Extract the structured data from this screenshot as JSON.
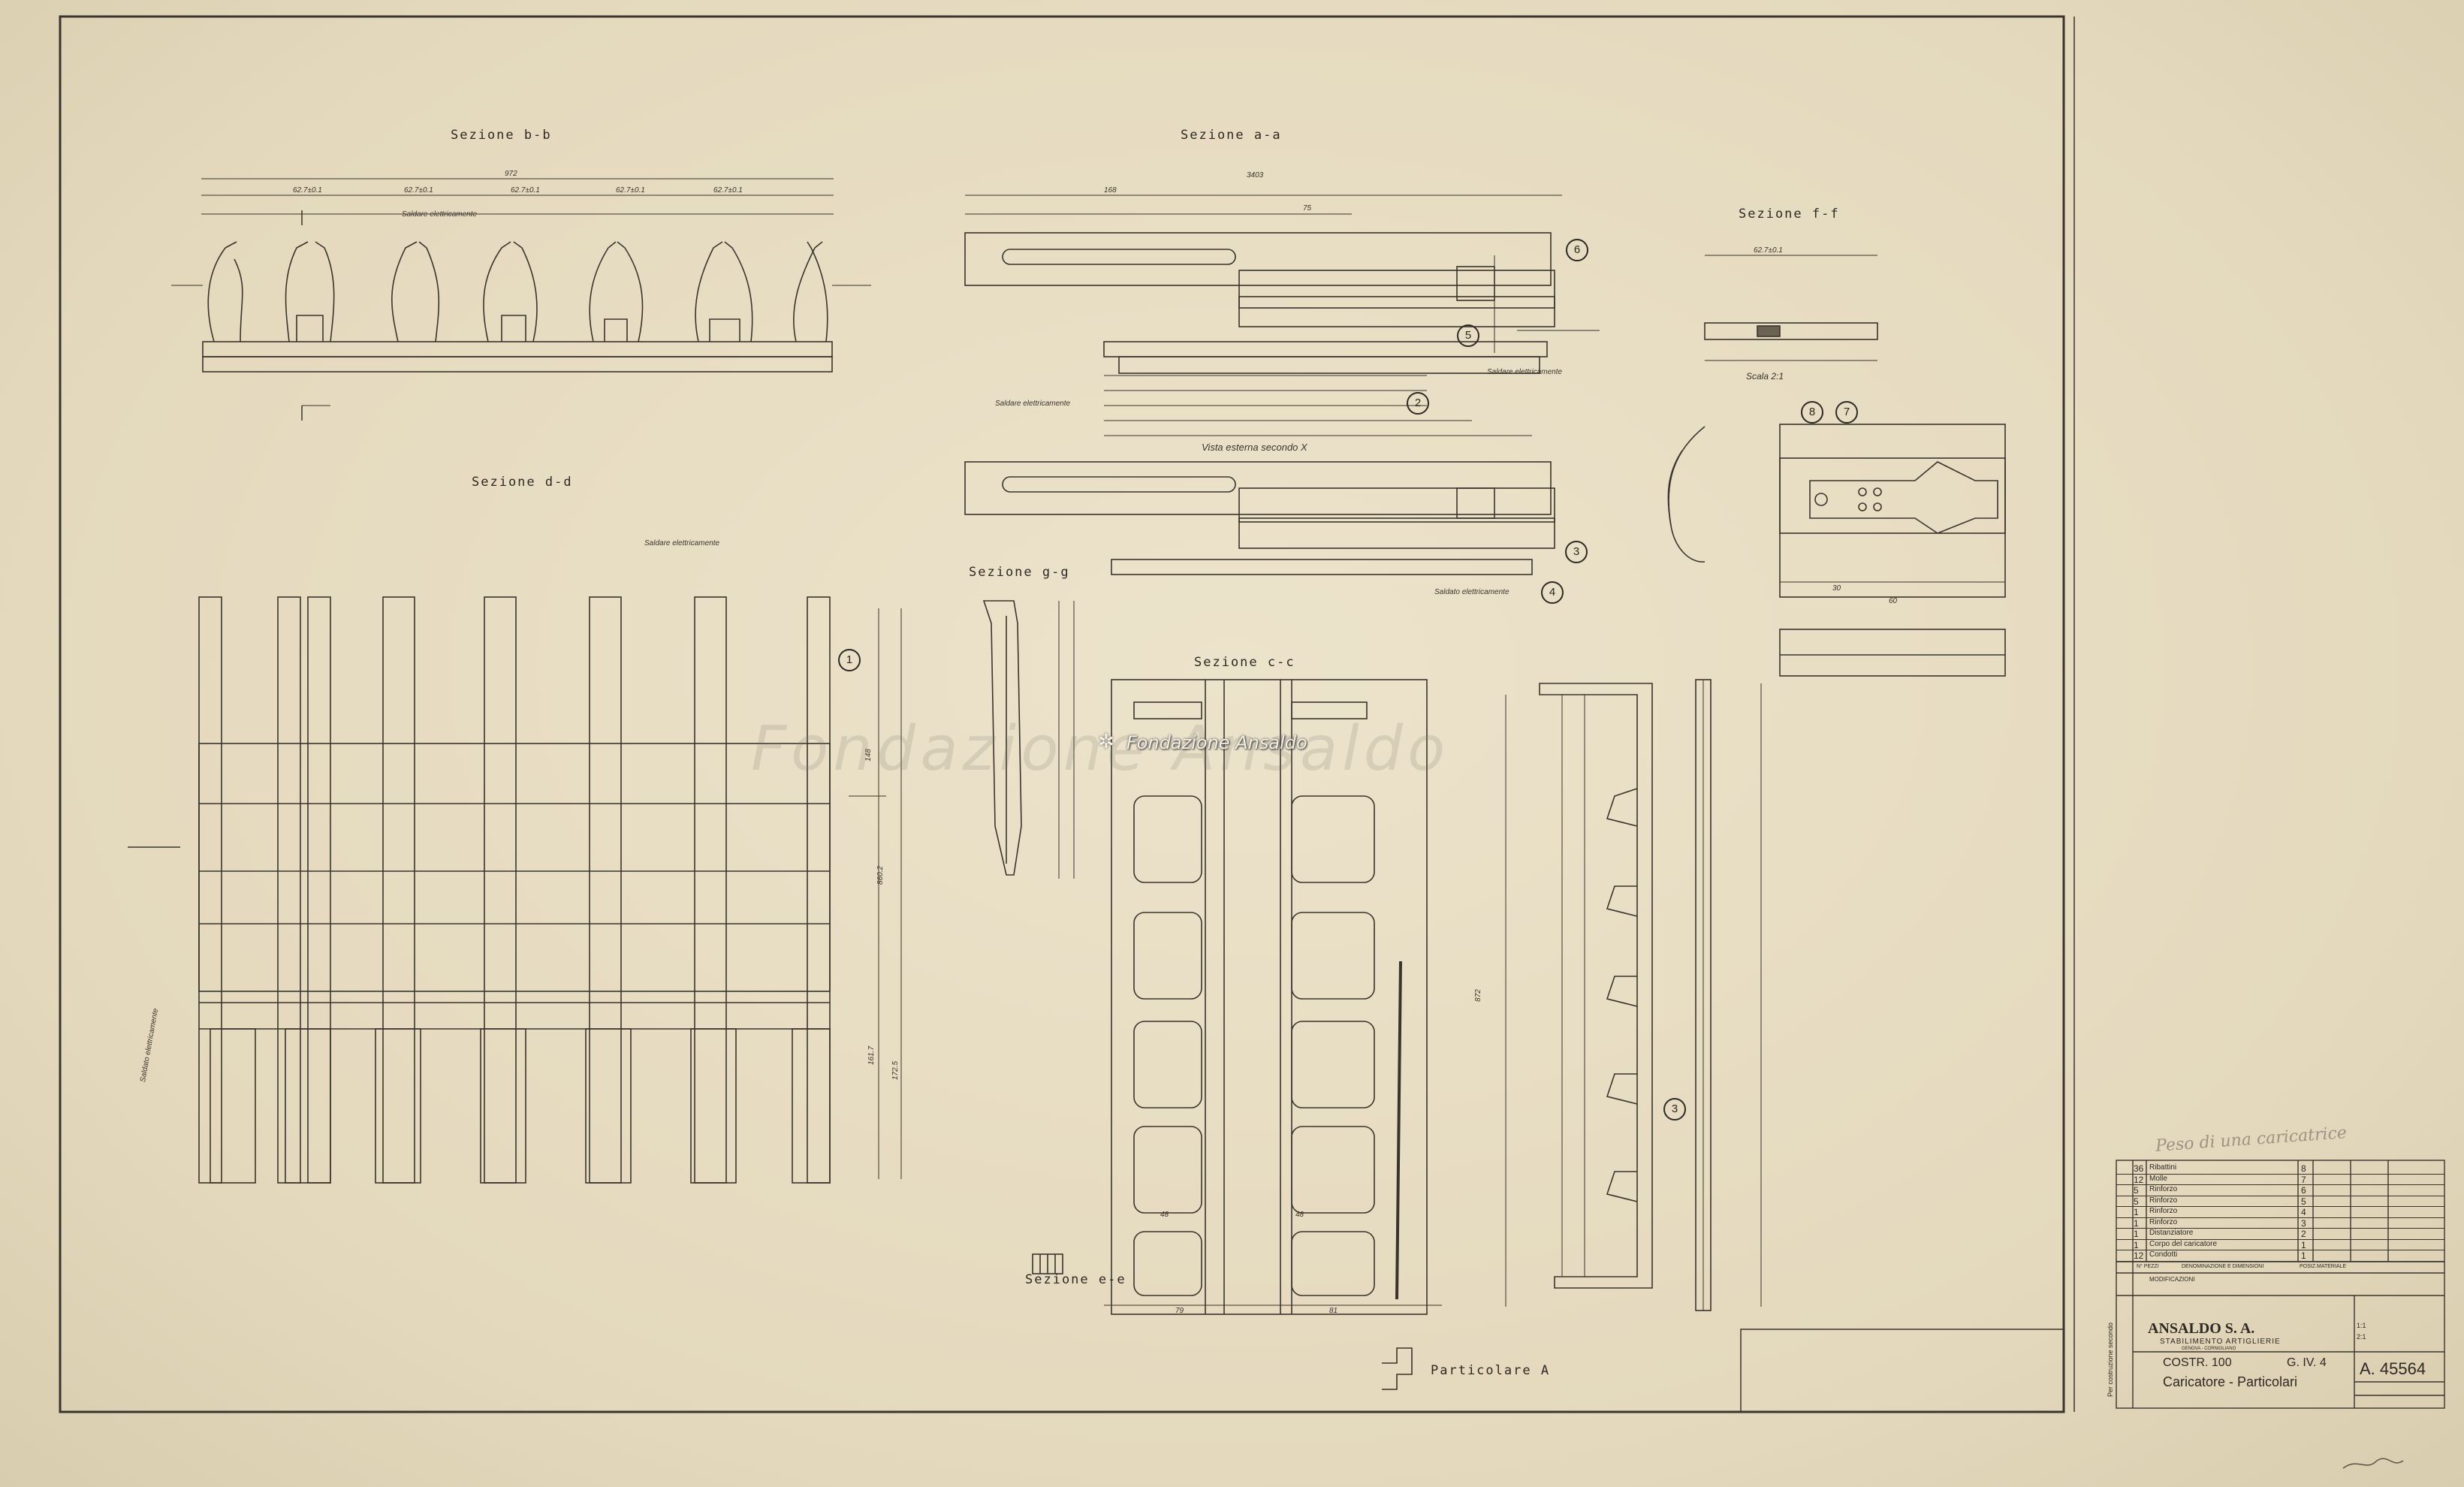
{
  "sections": {
    "bb": "Sezione b-b",
    "aa": "Sezione a-a",
    "ff": "Sezione f-f",
    "dd": "Sezione d-d",
    "gg": "Sezione g-g",
    "cc": "Sezione c-c",
    "ee": "Sezione e-e",
    "vista_x": "Vista esterna secondo X",
    "particolare": "Particolare A",
    "scala": "Scala 2:1"
  },
  "notes": {
    "saldare": "Saldare elettricamente",
    "saldato": "Saldato elettricamente"
  },
  "callouts": [
    "1",
    "2",
    "3",
    "4",
    "5",
    "6",
    "7",
    "8"
  ],
  "dimensions": {
    "total_bb": "972",
    "pitch": "62.7±0.1",
    "total_aa": "3403",
    "dim_168": "168",
    "dim_75": "75",
    "dim_872": "872",
    "dim_1725": "172.5",
    "dim_1617": "161.7",
    "dim_860": "860.2",
    "dim_148": "148",
    "dim_48": "48",
    "dim_81": "81",
    "dim_79": "79",
    "dim_60": "60",
    "dim_30": "30"
  },
  "watermark": "Fondazione Ansaldo",
  "parts_list": {
    "rows": [
      {
        "qty": "36",
        "name": "Ribattini",
        "pos": "8"
      },
      {
        "qty": "12",
        "name": "Molle",
        "pos": "7"
      },
      {
        "qty": "5",
        "name": "Rinforzo",
        "pos": "6"
      },
      {
        "qty": "5",
        "name": "Rinforzo",
        "pos": "5"
      },
      {
        "qty": "1",
        "name": "Rinforzo",
        "pos": "4"
      },
      {
        "qty": "1",
        "name": "Rinforzo",
        "pos": "3"
      },
      {
        "qty": "1",
        "name": "Distanziatore",
        "pos": "2"
      },
      {
        "qty": "1",
        "name": "Corpo del caricatore",
        "pos": "1"
      },
      {
        "qty": "12",
        "name": "Condotti",
        "pos": "1"
      }
    ],
    "header_qty": "N° PEZZI",
    "header_desc": "DENOMINAZIONE E DIMENSIONI",
    "header_pos": "POSIZ.",
    "header_mat": "MATERIALE"
  },
  "title_block": {
    "company": "ANSALDO S. A.",
    "division": "STABILIMENTO ARTIGLIERIE",
    "location": "GENOVA - CORNIGLIANO",
    "costr": "COSTR. 100",
    "group": "G. IV. 4",
    "title": "Caricatore - Particolari",
    "number": "A. 45564",
    "scale": "1:1",
    "scale2": "2:1",
    "modifications": "MODIFICAZIONI",
    "side_text": "Per costruzione secondo"
  },
  "handwritten": {
    "weight_note": "Peso di una caricatrice",
    "signature": "signature"
  }
}
